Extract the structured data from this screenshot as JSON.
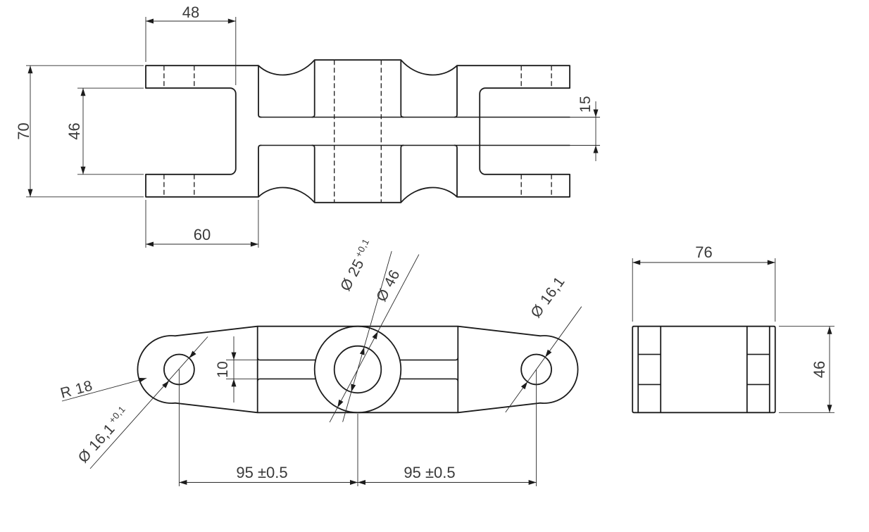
{
  "colors": {
    "background": "#ffffff",
    "lines": "#1c1c1c",
    "text": "#3a3a3a"
  },
  "drawing": {
    "top_view": {
      "fork_depth_48": "48",
      "overall_width_70": "70",
      "slot_width_46": "46",
      "fork_length_60": "60",
      "tongue_thickness_15": "15"
    },
    "front_view": {
      "end_radius": "R 18",
      "hole_left": "Ø 16,1",
      "hole_left_tol": "+0,1",
      "center_bore": "Ø 25",
      "center_bore_tol": "+0,1",
      "boss_diameter": "Ø 46",
      "hole_right": "Ø 16,1",
      "web_height_10": "10",
      "pitch_left": "95 ±0.5",
      "pitch_right": "95 ±0.5"
    },
    "side_view": {
      "depth_76": "76",
      "height_46": "46"
    }
  }
}
